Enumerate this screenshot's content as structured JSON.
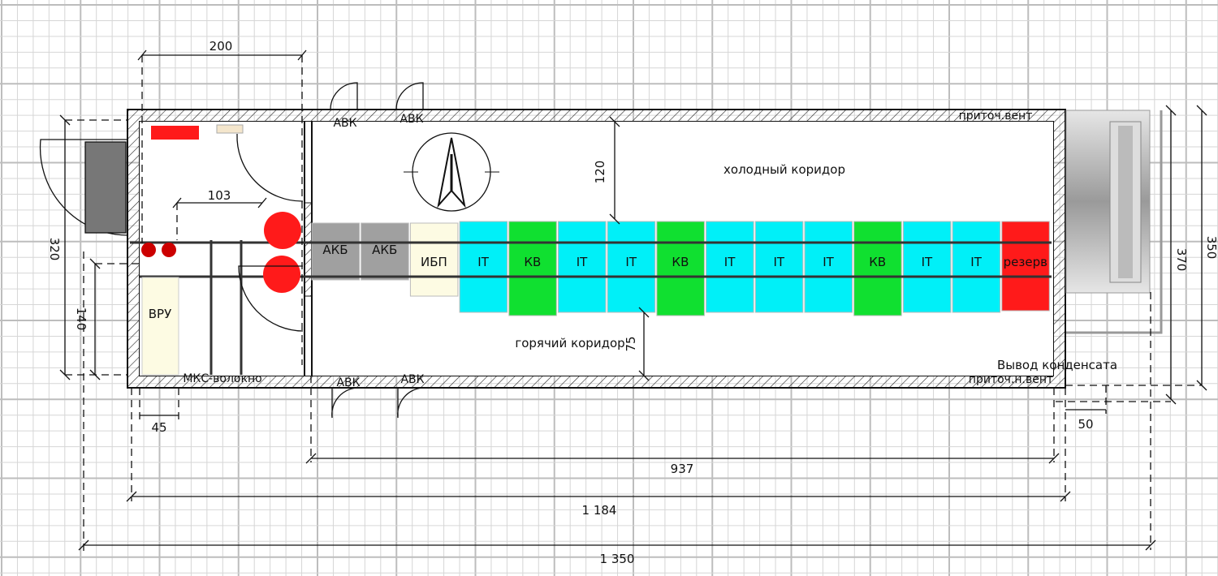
{
  "dimensions": {
    "top_width": "200",
    "stair_height": "320",
    "lower_height": "140",
    "vru_width": "45",
    "inner_gap": "103",
    "cold_depth": "120",
    "hot_depth": "75",
    "row_length": "937",
    "inner_length": "1 184",
    "total_length": "1 350",
    "right_height_370": "370",
    "right_height_350": "350",
    "right_offset": "50"
  },
  "labels": {
    "cold_corridor": "холодный коридор",
    "hot_corridor": "горячий коридор",
    "vru": "ВРУ",
    "fiber": "МКС-волокно",
    "condensate": "Вывод конденсата",
    "vent_top": "приточ.вент",
    "vent_bottom": "приточ.н.вент",
    "avk": [
      "АВК",
      "АВК",
      "АВК",
      "АВК"
    ]
  },
  "racks": [
    {
      "label": "АКБ",
      "type": "battery"
    },
    {
      "label": "АКБ",
      "type": "battery"
    },
    {
      "label": "ИБП",
      "type": "ups"
    },
    {
      "label": "IT",
      "type": "it"
    },
    {
      "label": "КВ",
      "type": "cooling"
    },
    {
      "label": "IT",
      "type": "it"
    },
    {
      "label": "IT",
      "type": "it"
    },
    {
      "label": "КВ",
      "type": "cooling"
    },
    {
      "label": "IT",
      "type": "it"
    },
    {
      "label": "IT",
      "type": "it"
    },
    {
      "label": "IT",
      "type": "it"
    },
    {
      "label": "КВ",
      "type": "cooling"
    },
    {
      "label": "IT",
      "type": "it"
    },
    {
      "label": "IT",
      "type": "it"
    },
    {
      "label": "резерв",
      "type": "reserve"
    }
  ],
  "colors": {
    "battery": "#a0a0a0",
    "ups": "#fdfbe3",
    "it": "#00f0f8",
    "cooling": "#10e030",
    "reserve": "#ff1a1a",
    "grid_minor": "#d6d6d6",
    "grid_major": "#bdbdbd"
  }
}
